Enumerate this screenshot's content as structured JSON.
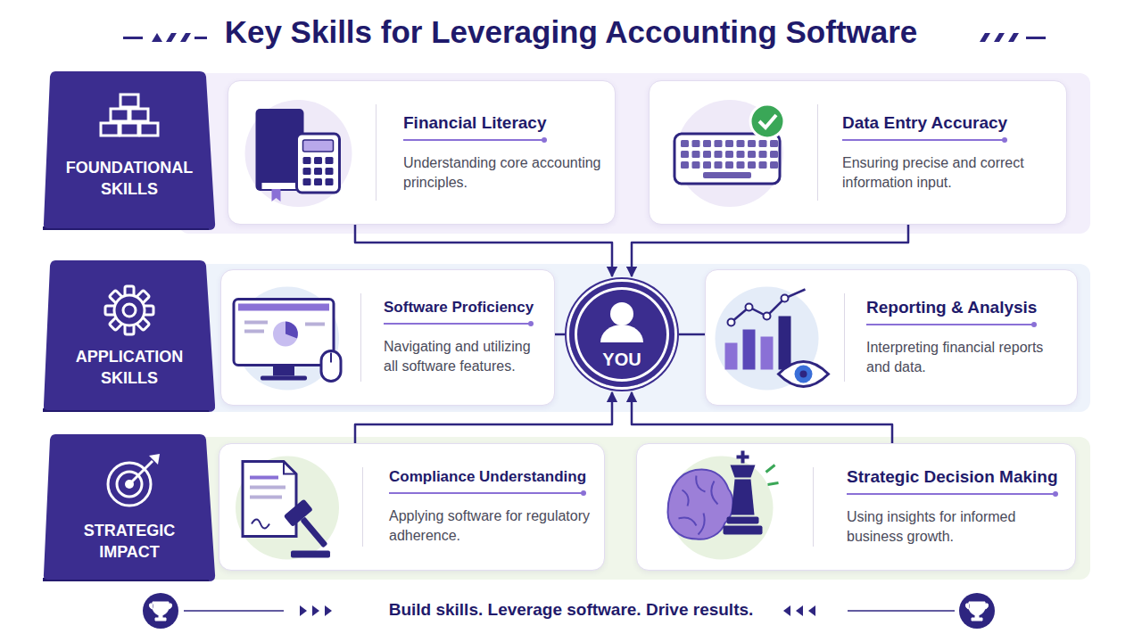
{
  "diagram": {
    "title": "Key Skills for Leveraging Accounting Software",
    "caption": "Build skills. Leverage software. Drive results.",
    "nodes": [
      {
        "text": [
          "FOUNDATIONAL SKILLS"
        ]
      },
      {
        "text": [
          "Financial Literacy",
          "Understanding core accounting principles."
        ]
      },
      {
        "text": [
          "Data Entry Accuracy",
          "Ensuring precise and correct information input."
        ]
      },
      {
        "text": [
          "APPLICATION SKILLS"
        ]
      },
      {
        "text": [
          "Software Proficiency",
          "Navigating and utilizing all software features."
        ]
      },
      {
        "text": [
          "YOU"
        ]
      },
      {
        "text": [
          "Reporting & Analysis",
          "Interpreting financial reports and data."
        ]
      },
      {
        "text": [
          "STRATEGIC IMPACT"
        ]
      },
      {
        "text": [
          "Compliance Understanding",
          "Applying software for regulatory adherence."
        ]
      },
      {
        "text": [
          "Strategic Decision Making",
          "Using insights for informed business growth."
        ]
      }
    ],
    "edges": [
      {
        "from": 1,
        "to": 5,
        "arrow": "to"
      },
      {
        "from": 2,
        "to": 5,
        "arrow": "to"
      },
      {
        "from": 4,
        "to": 5,
        "arrow": "none"
      },
      {
        "from": 5,
        "to": 6,
        "arrow": "none"
      },
      {
        "from": 8,
        "to": 5,
        "arrow": "to"
      },
      {
        "from": 9,
        "to": 5,
        "arrow": "to"
      }
    ]
  }
}
